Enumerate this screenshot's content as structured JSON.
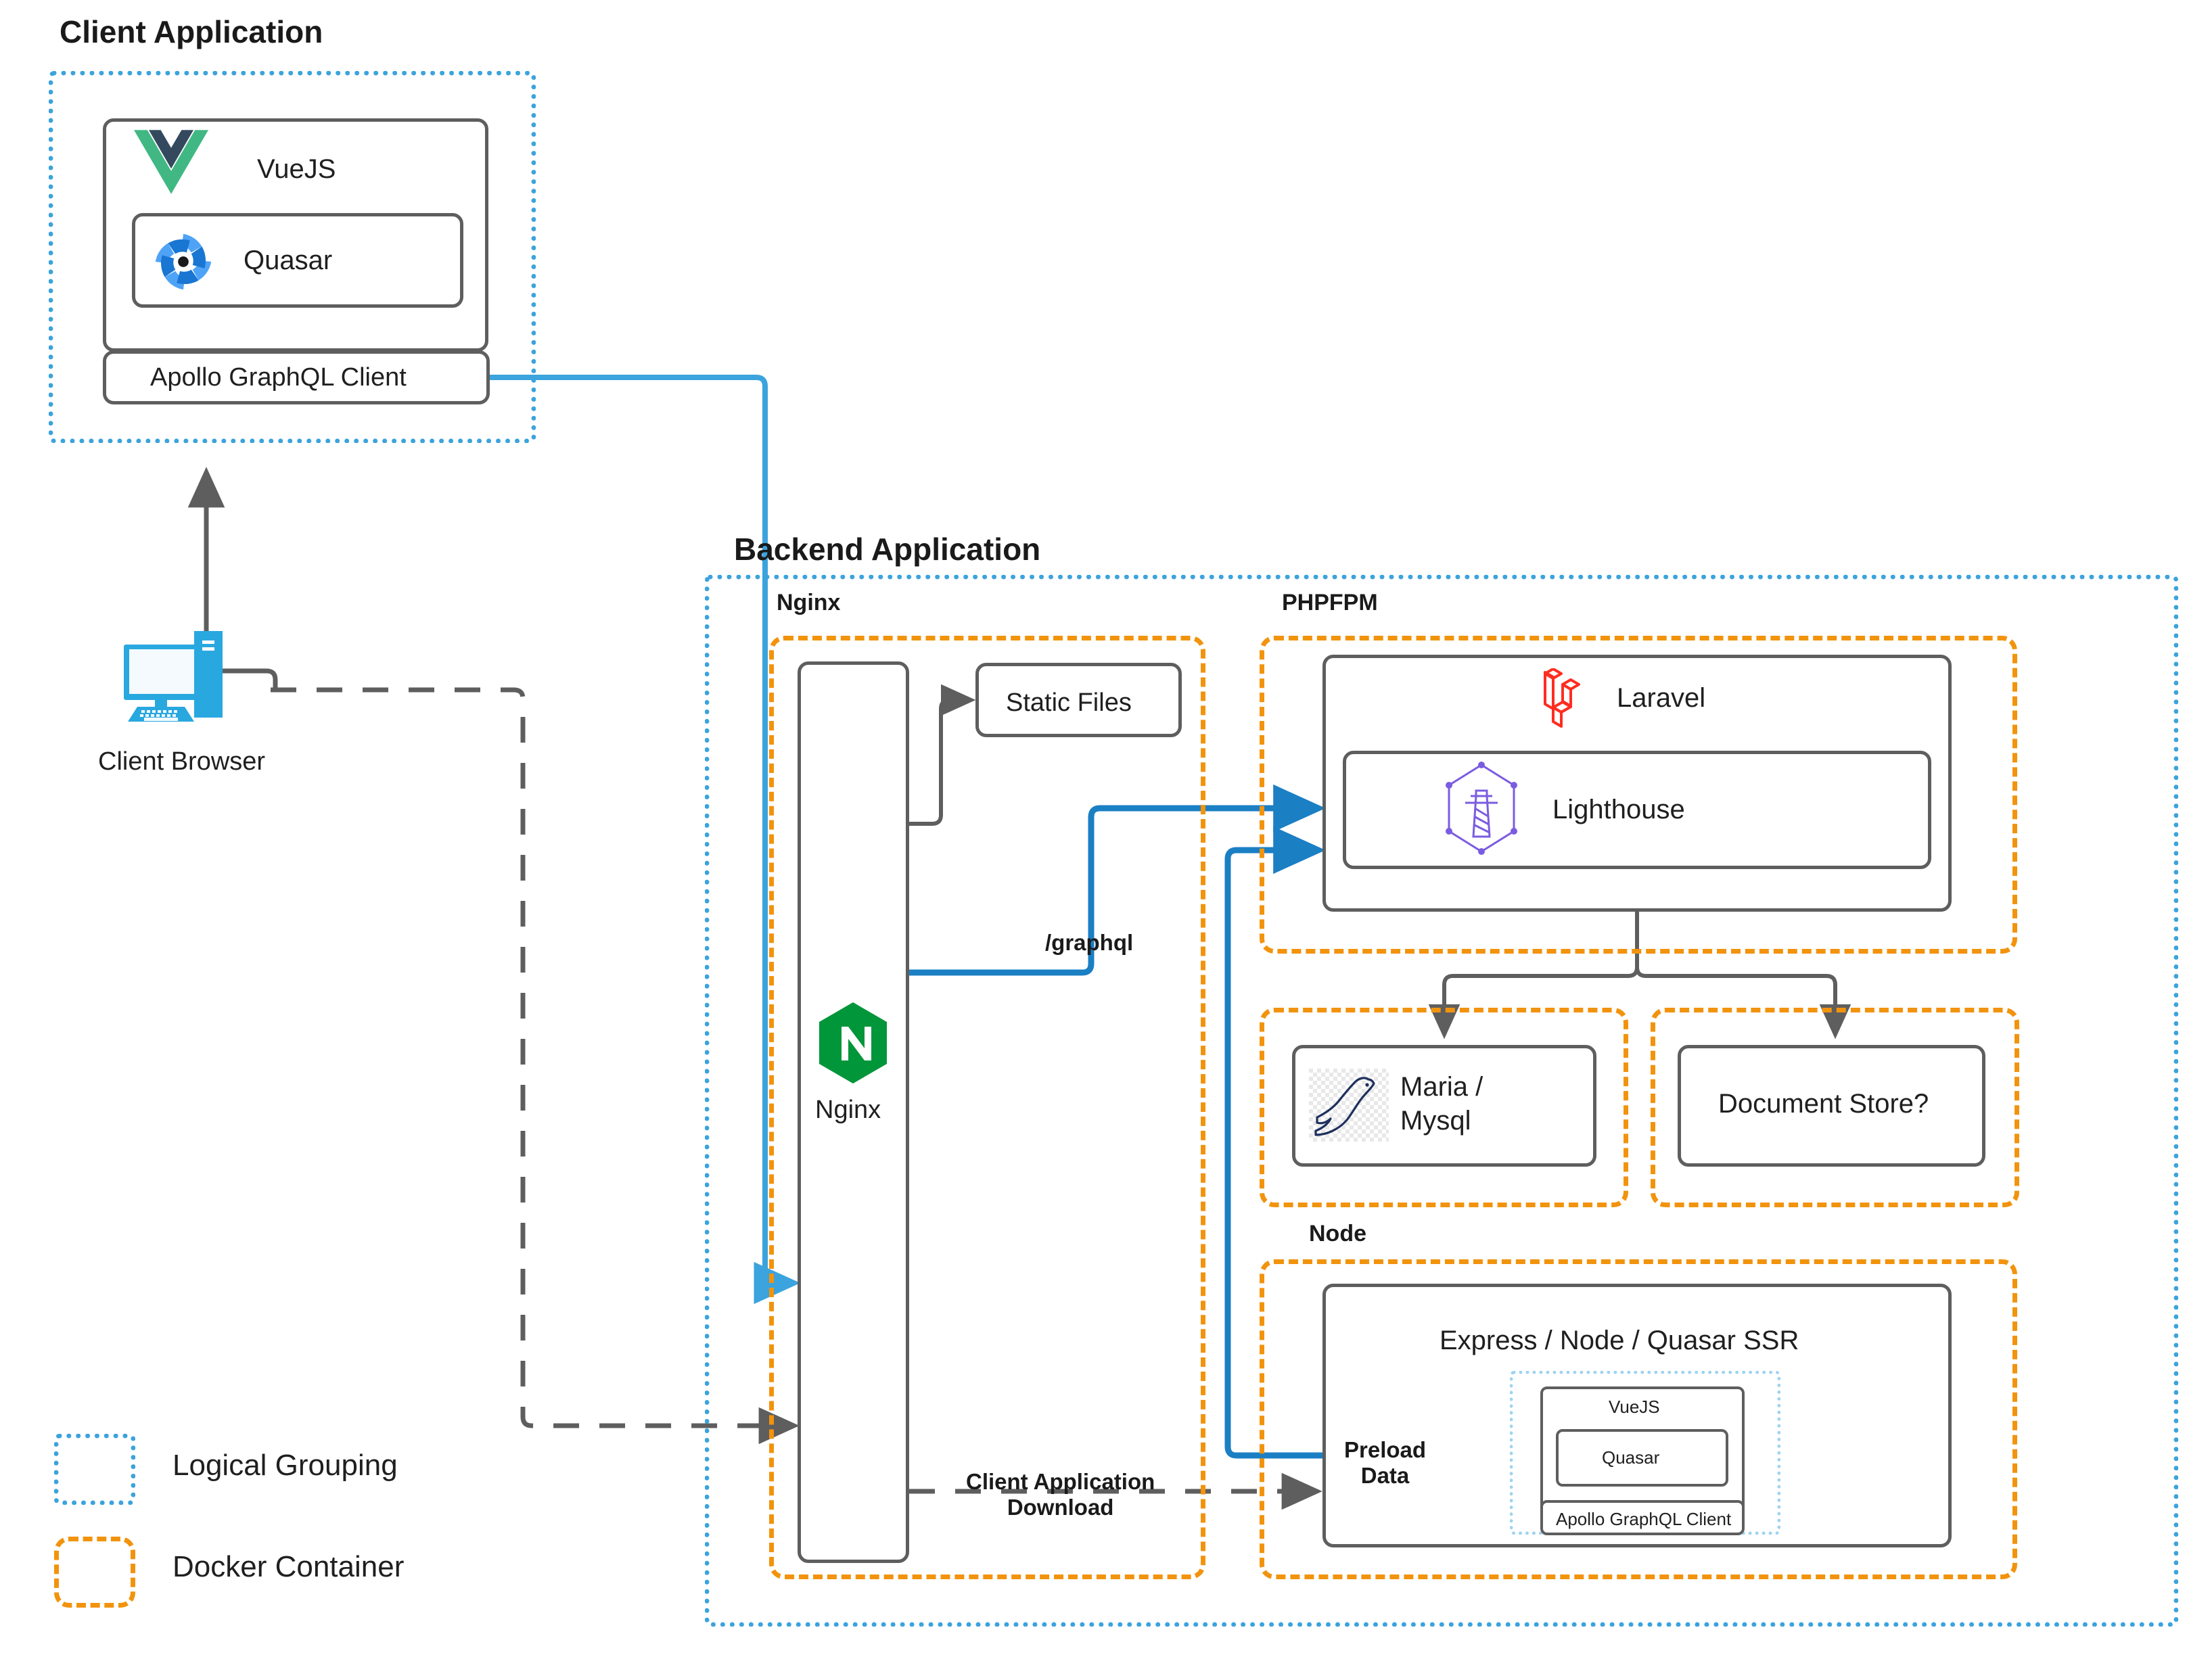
{
  "diagram": {
    "title": "Client / Backend application architecture",
    "colors": {
      "logical_grouping": "#3BA3DD",
      "docker_container": "#F2930D",
      "node_border": "#5E5E5E",
      "graphql_flow": "#1B7FC4",
      "client_flow": "#3BA3DD",
      "dashed_flow": "#5E5E5E",
      "vue_green": "#41B883",
      "vue_dark": "#34495E",
      "quasar_blue": "#1976D2",
      "quasar_light": "#4FA3F7",
      "nginx_green": "#009639",
      "laravel_red": "#FF2D20",
      "lighthouse_purple": "#7B5CE0",
      "maria_navy": "#1F305E",
      "browser_blue": "#29A8E0"
    }
  },
  "client_group": {
    "title": "Client Application",
    "vuejs": {
      "label": "VueJS",
      "icon": "vuejs-logo"
    },
    "quasar": {
      "label": "Quasar",
      "icon": "quasar-logo"
    },
    "apollo": {
      "label": "Apollo GraphQL Client"
    }
  },
  "browser": {
    "label": "Client Browser",
    "icon": "desktop-computer-icon"
  },
  "backend_group": {
    "title": "Backend Application",
    "containers": [
      {
        "name": "nginx",
        "title": "Nginx",
        "nodes": [
          {
            "label": "Nginx",
            "icon": "nginx-logo"
          },
          {
            "label": "Static Files"
          }
        ]
      },
      {
        "name": "phpfpm",
        "title": "PHPFPM",
        "nodes": [
          {
            "label": "Laravel",
            "icon": "laravel-logo"
          },
          {
            "label": "Lighthouse",
            "icon": "lighthouse-logo"
          }
        ]
      },
      {
        "name": "maria",
        "title": "",
        "nodes": [
          {
            "label": "Maria /\nMysql",
            "line1": "Maria /",
            "line2": "Mysql",
            "icon": "mariadb-seal-logo"
          }
        ]
      },
      {
        "name": "document-store",
        "title": "",
        "nodes": [
          {
            "label": "Document Store?"
          }
        ]
      },
      {
        "name": "node",
        "title": "Node",
        "nodes": [
          {
            "label": "Express / Node / Quasar SSR"
          },
          {
            "label": "VueJS"
          },
          {
            "label": "Quasar"
          },
          {
            "label": "Apollo GraphQL Client"
          }
        ]
      }
    ]
  },
  "edge_labels": {
    "graphql": "/graphql",
    "client_application_download_line1": "Client Application",
    "client_application_download_line2": "Download",
    "preload_line1": "Preload",
    "preload_line2": "Data"
  },
  "legend": {
    "items": [
      {
        "label": "Logical Grouping",
        "style": "dotted",
        "color": "#3BA3DD"
      },
      {
        "label": "Docker Container",
        "style": "dashed",
        "color": "#F2930D"
      }
    ]
  }
}
